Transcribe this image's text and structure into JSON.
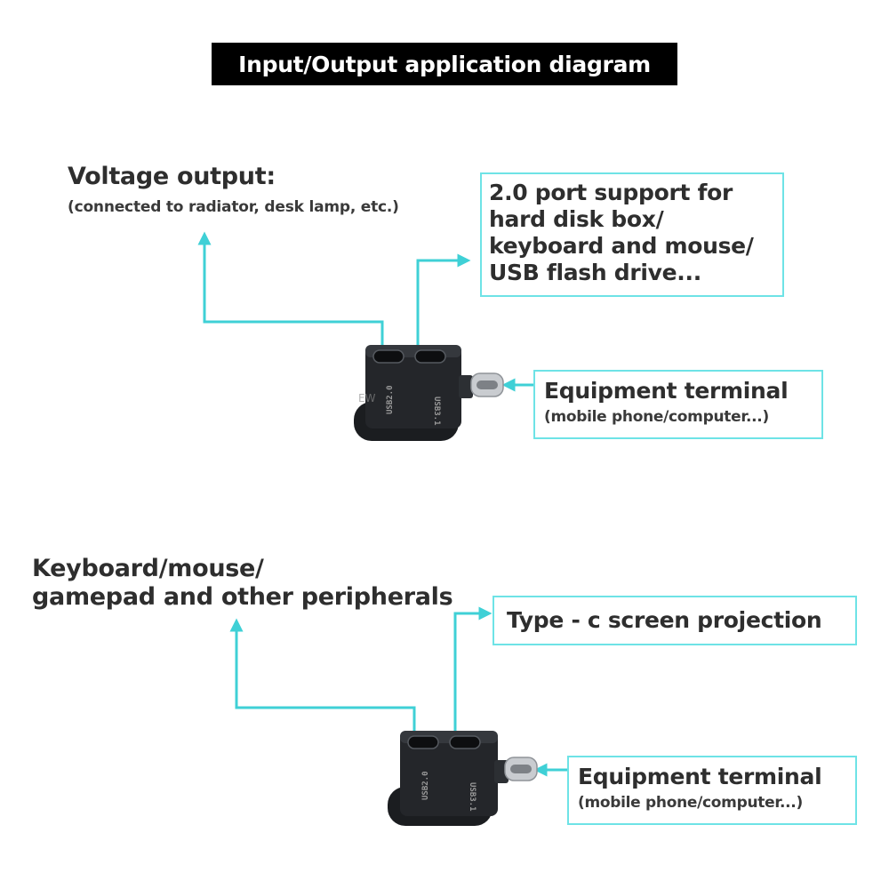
{
  "title": "Input/Output application diagram",
  "colors": {
    "accent": "#3fd0d6",
    "box_border": "#6ee3e6",
    "device": "#1f2124",
    "title_bg": "#000000"
  },
  "diagram1": {
    "left_label": "Voltage output:",
    "left_sub": "(connected to radiator, desk lamp, etc.)",
    "box_lines": [
      "2.0 port support for",
      "hard disk box/",
      "keyboard and mouse/",
      "USB flash drive..."
    ],
    "equip_label": "Equipment terminal",
    "equip_sub": "(mobile phone/computer...)",
    "port_a": "USB2.0",
    "port_b": "USB3.1",
    "watermark": "EW"
  },
  "diagram2": {
    "left_lines": [
      "Keyboard/mouse/",
      "gamepad and other peripherals"
    ],
    "box_label": "Type - c screen projection",
    "equip_label": "Equipment terminal",
    "equip_sub": "(mobile phone/computer...)",
    "port_a": "USB2.0",
    "port_b": "USB3.1"
  }
}
